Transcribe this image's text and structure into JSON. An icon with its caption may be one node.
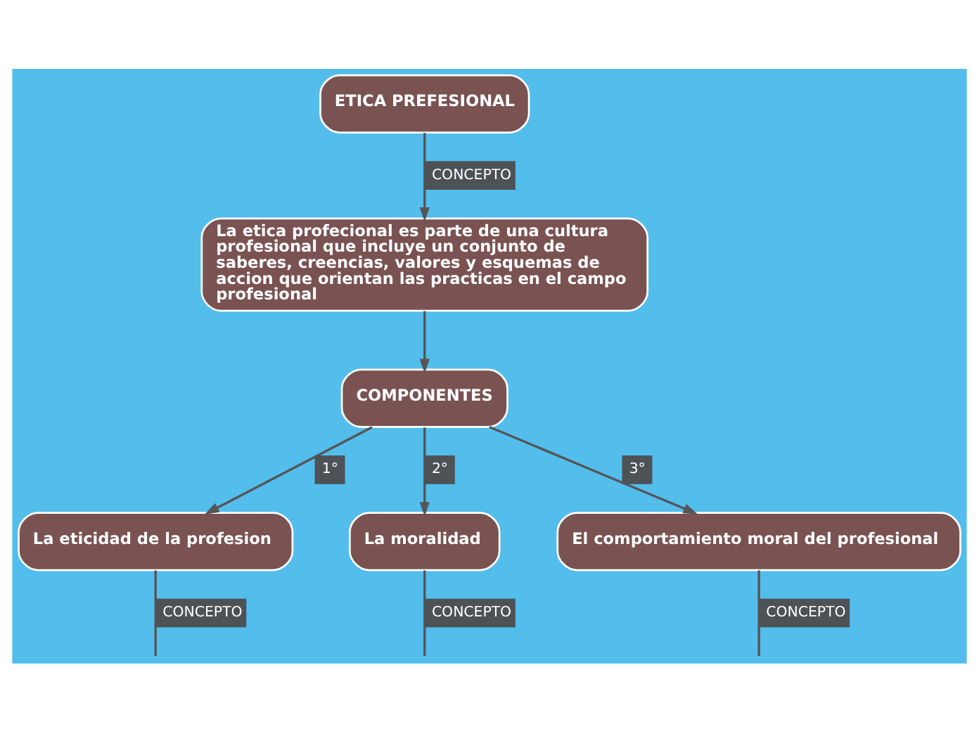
{
  "diagram": {
    "nodes": [
      {
        "text": [
          "ETICA PREFESIONAL"
        ]
      },
      {
        "text": [
          "La etica profecional es parte de una cultura profesional que incluye un conjunto de saberes, creencias, valores y esquemas de accion que orientan las practicas en el campo profesional"
        ]
      },
      {
        "text": [
          "COMPONENTES"
        ]
      },
      {
        "text": [
          "La eticidad de la profesion"
        ]
      },
      {
        "text": [
          "La moralidad"
        ]
      },
      {
        "text": [
          "El comportamiento moral del profesional"
        ]
      }
    ],
    "edges": [
      {
        "from": 0,
        "to": 1,
        "arrow": "to",
        "label": "CONCEPTO"
      },
      {
        "from": 1,
        "to": 2,
        "arrow": "to"
      },
      {
        "from": 2,
        "to": 3,
        "arrow": "to",
        "label": "1°"
      },
      {
        "from": 2,
        "to": 4,
        "arrow": "to",
        "label": "2°"
      },
      {
        "from": 2,
        "to": 5,
        "arrow": "to",
        "label": "3°"
      },
      {
        "from": 3,
        "to": null,
        "arrow": "none",
        "label": "CONCEPTO"
      },
      {
        "from": 4,
        "to": null,
        "arrow": "none",
        "label": "CONCEPTO"
      },
      {
        "from": 5,
        "to": null,
        "arrow": "none",
        "label": "CONCEPTO"
      }
    ]
  }
}
